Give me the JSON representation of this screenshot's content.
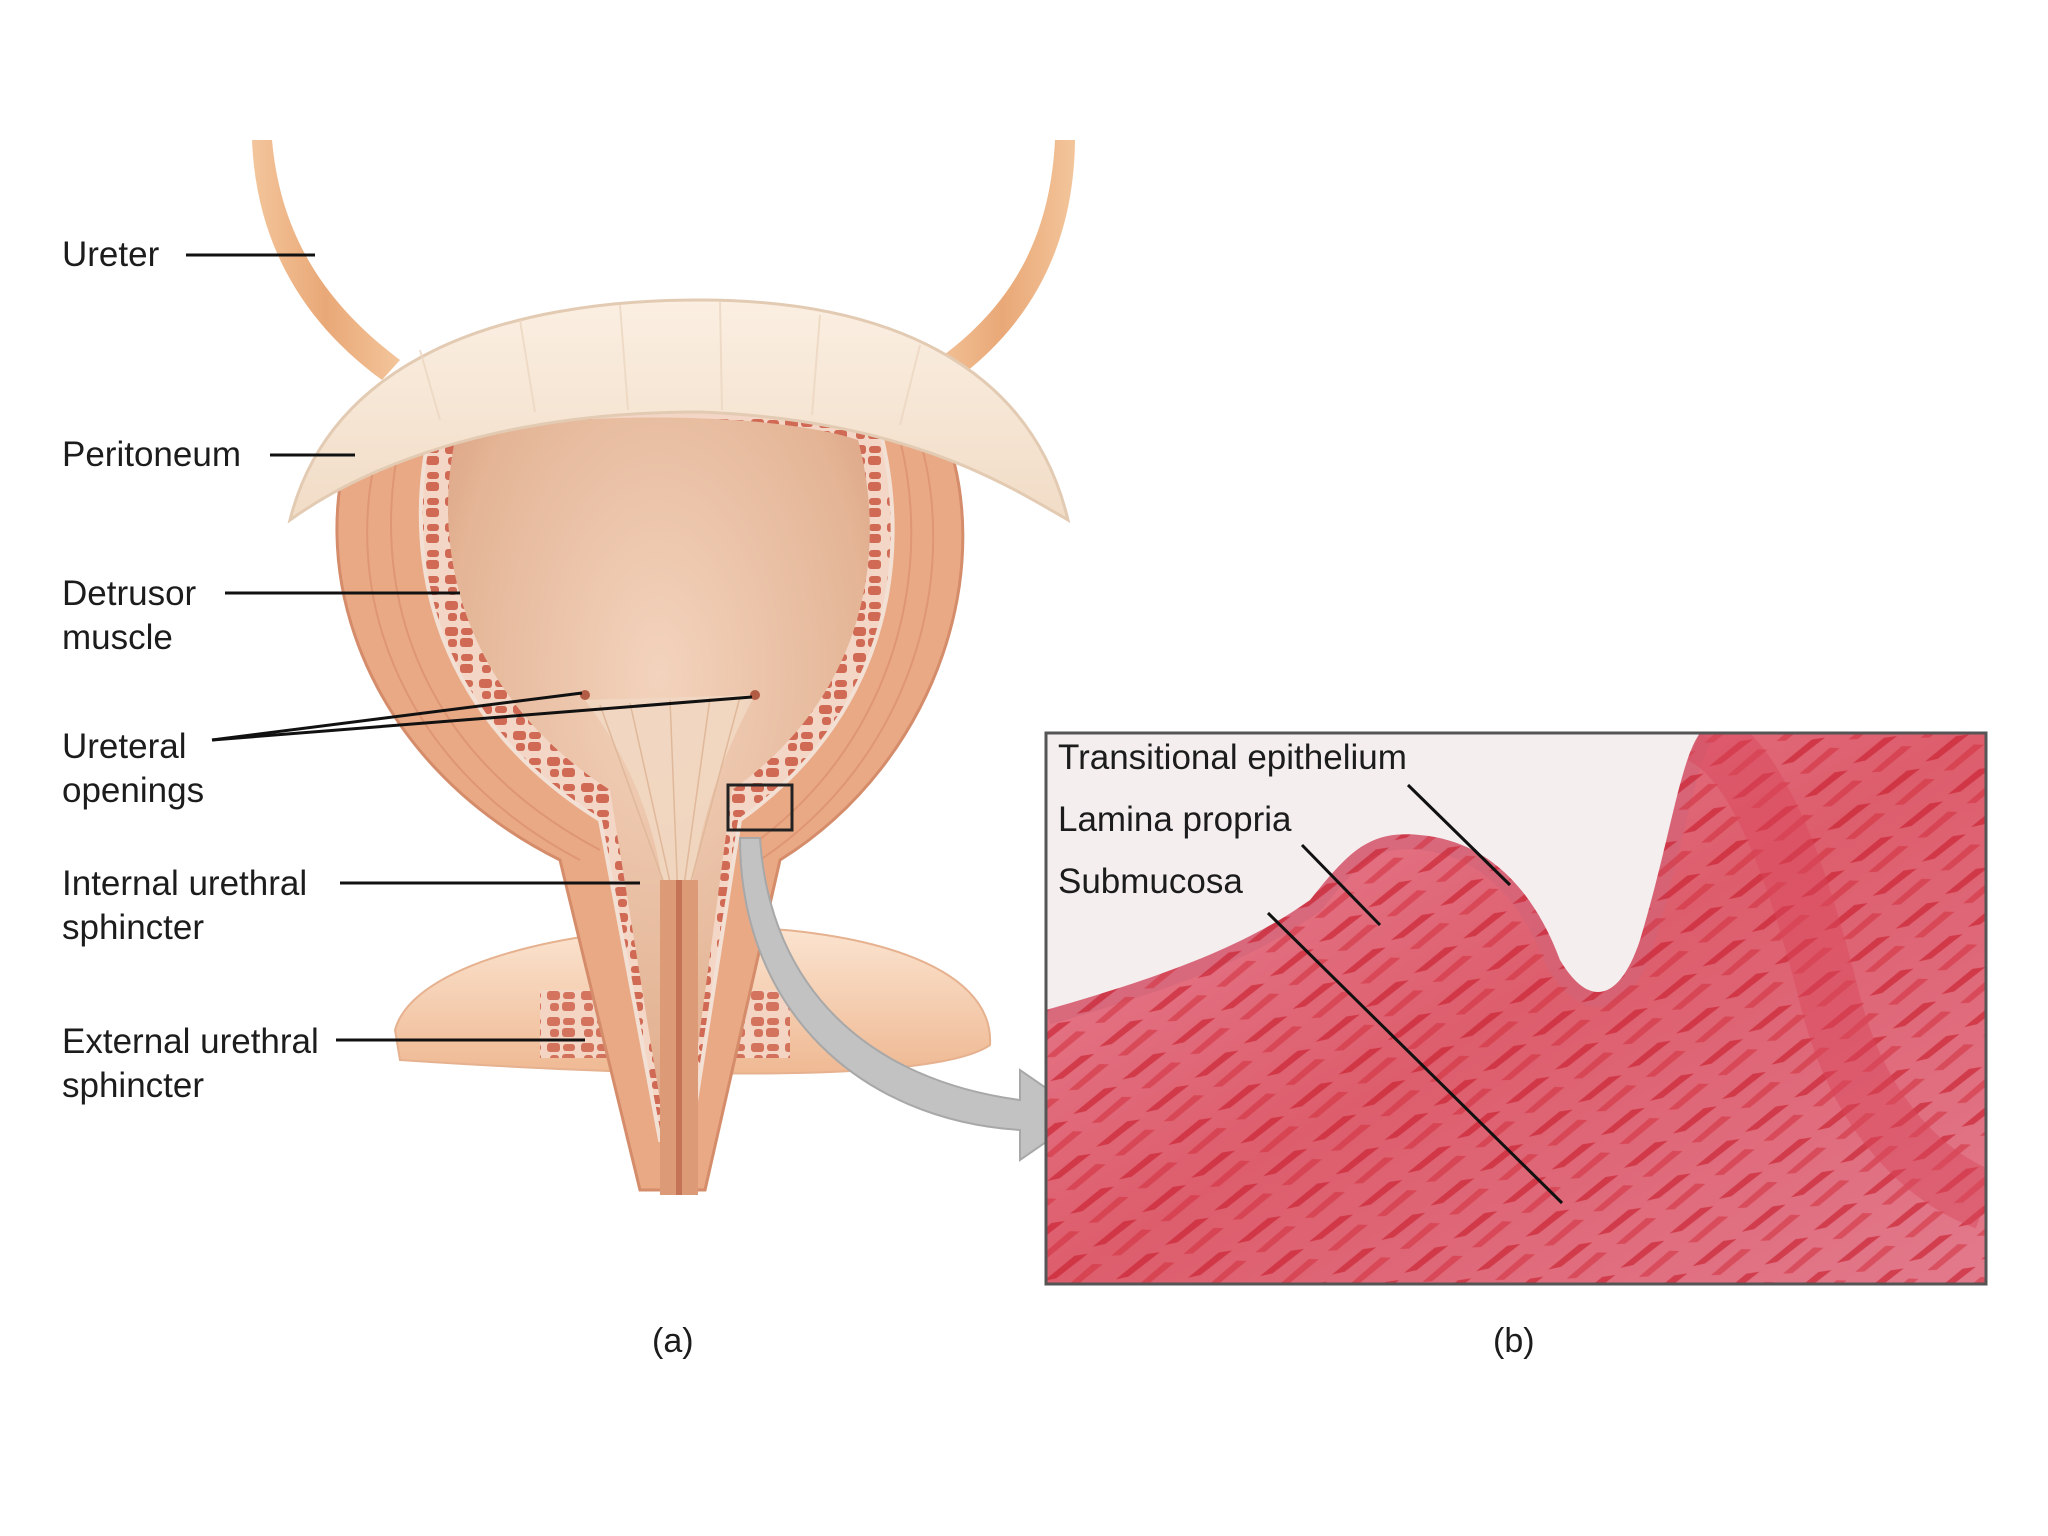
{
  "panel_a": {
    "labels": {
      "ureter": "Ureter",
      "peritoneum": "Peritoneum",
      "detrusor": [
        "Detrusor",
        "muscle"
      ],
      "ureteral_openings": [
        "Ureteral",
        "openings"
      ],
      "internal_sphincter": [
        "Internal urethral",
        "sphincter"
      ],
      "external_sphincter": [
        "External urethral",
        "sphincter"
      ]
    },
    "caption": "(a)"
  },
  "panel_b": {
    "labels": {
      "transitional_epithelium": "Transitional epithelium",
      "lamina_propria": "Lamina propria",
      "submucosa": "Submucosa"
    },
    "caption": "(b)"
  },
  "colors": {
    "muscle": "#e9a882",
    "muscle_dark": "#d98466",
    "muscle_cells": "#cf6a55",
    "lumen": "#e8bfa3",
    "peritoneum": "#f7e6d2",
    "ureter": "#efb98a",
    "tissue_pink": "#e58aa0",
    "tissue_red": "#d63a45",
    "arrow": "#b8b8b8"
  }
}
